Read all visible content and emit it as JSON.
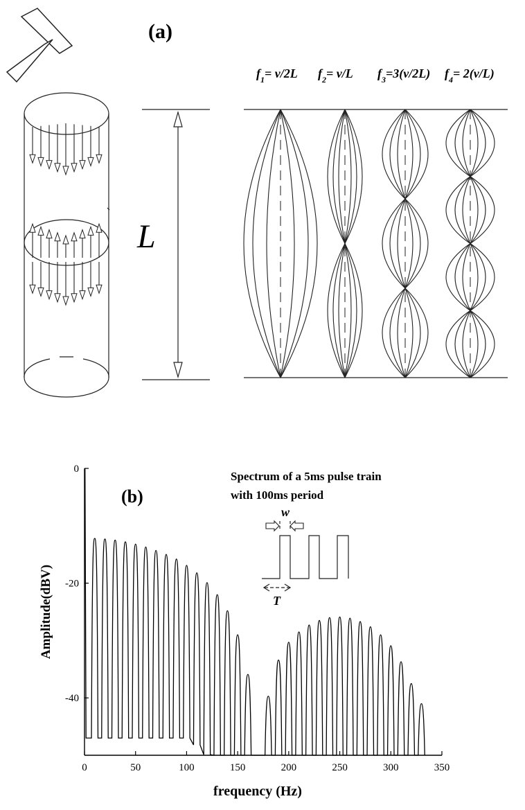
{
  "panel_a": {
    "label": "(a)",
    "length_label": "L",
    "modes": [
      {
        "f": "f",
        "sub": "1",
        "expr": "= v/2L",
        "segments": 1
      },
      {
        "f": "f",
        "sub": "2",
        "expr": "= v/L",
        "segments": 2
      },
      {
        "f": "f",
        "sub": "3",
        "expr": "=3(v/2L)",
        "segments": 3
      },
      {
        "f": "f",
        "sub": "4",
        "expr": "= 2(v/L)",
        "segments": 4
      }
    ]
  },
  "panel_b": {
    "label": "(b)",
    "title_line1": "Spectrum of a 5ms pulse train",
    "title_line2": "with 100ms period",
    "inset_w": "w",
    "inset_T": "T"
  },
  "chart_data": {
    "type": "line",
    "xlabel": "frequency (Hz)",
    "ylabel": "Amplitude(dBV)",
    "xlim": [
      0,
      350
    ],
    "ylim": [
      -50,
      0
    ],
    "xticks": [
      0,
      50,
      100,
      150,
      200,
      250,
      300,
      350
    ],
    "yticks": [
      0,
      -20,
      -40
    ],
    "series": [
      {
        "x": [
          10,
          20,
          30,
          40,
          50,
          60,
          70,
          80,
          90,
          100,
          110,
          120,
          130,
          140,
          150,
          160,
          180,
          190,
          200,
          210,
          220,
          230,
          240,
          250,
          260,
          270,
          280,
          290,
          300,
          310,
          320,
          330
        ],
        "y": [
          -12.2,
          -12.3,
          -12.5,
          -12.8,
          -13.2,
          -13.7,
          -14.3,
          -15,
          -15.8,
          -16.9,
          -18.2,
          -19.9,
          -22,
          -24.8,
          -29,
          -35.9,
          -39.7,
          -33.4,
          -30.3,
          -28.5,
          -27.3,
          -26.5,
          -26,
          -25.9,
          -26.1,
          -26.7,
          -27.6,
          -29,
          -30.9,
          -33.7,
          -37.5,
          -41
        ]
      }
    ],
    "grid": false
  }
}
